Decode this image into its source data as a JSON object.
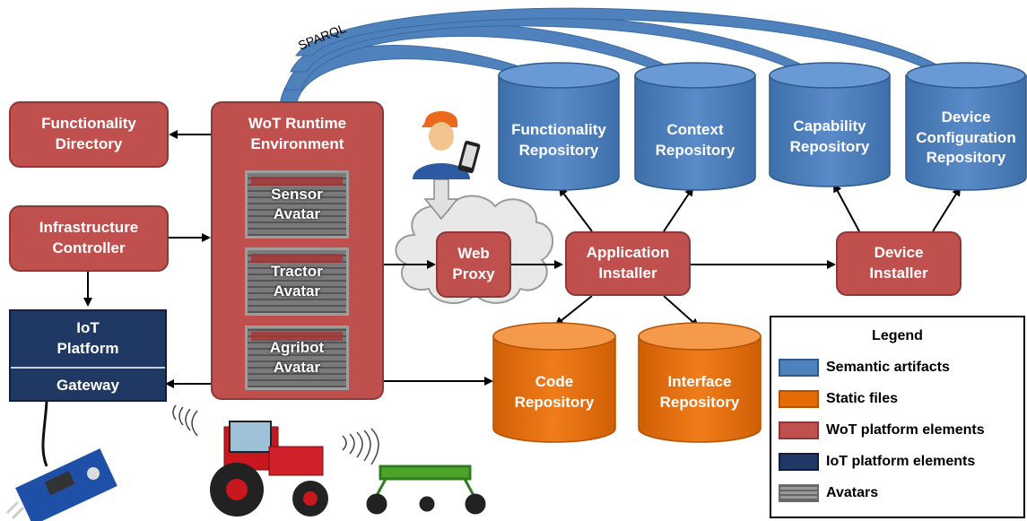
{
  "colors": {
    "semantic": "#4f81bd",
    "static": "#e36c09",
    "wot": "#c0504d",
    "iot": "#1f3864"
  },
  "sparql_label": "SPARQL",
  "wot_elements": {
    "functionality_directory": "Functionality\nDirectory",
    "infrastructure_controller": "Infrastructure\nController",
    "runtime_environment": "WoT Runtime\nEnvironment",
    "web_proxy": "Web\nProxy",
    "application_installer": "Application\nInstaller",
    "device_installer": "Device\nInstaller"
  },
  "avatars": {
    "sensor": "Sensor\nAvatar",
    "tractor": "Tractor\nAvatar",
    "agribot": "Agribot\nAvatar"
  },
  "iot_platform": {
    "platform": "IoT\nPlatform",
    "gateway": "Gateway"
  },
  "semantic_repositories": {
    "functionality": "Functionality\nRepository",
    "context": "Context\nRepository",
    "capability": "Capability\nRepository",
    "device_configuration": "Device\nConfiguration\nRepository"
  },
  "static_repositories": {
    "code": "Code\nRepository",
    "interface": "Interface\nRepository"
  },
  "legend": {
    "title": "Legend",
    "items": [
      {
        "label": "Semantic artifacts",
        "color": "#4f81bd",
        "border": "#2e5a8c"
      },
      {
        "label": "Static files",
        "color": "#e36c09",
        "border": "#b35200"
      },
      {
        "label": "WoT platform elements",
        "color": "#c0504d",
        "border": "#8c3836"
      },
      {
        "label": "IoT platform elements",
        "color": "#1f3864",
        "border": "#0f1f3d"
      },
      {
        "label": "Avatars",
        "color": "#8a8a8a",
        "border": "#6a6a6a"
      }
    ]
  },
  "icons": [
    "user-with-phone-icon",
    "cloud-icon",
    "sensor-board-icon",
    "tractor-icon",
    "agribot-icon",
    "wireless-signal-icon"
  ]
}
